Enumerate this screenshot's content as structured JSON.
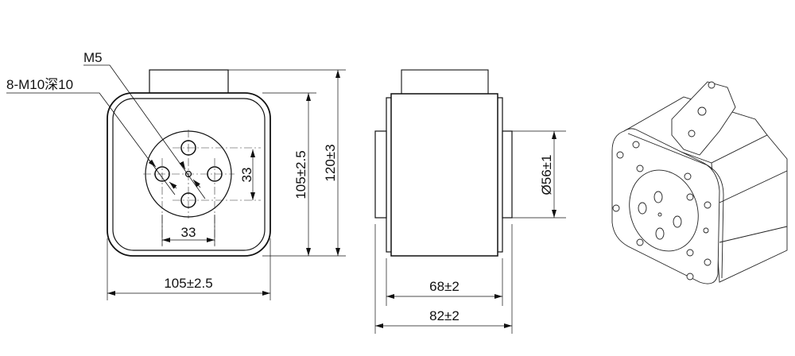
{
  "front_view": {
    "label_m5": "M5",
    "label_m10": "8-M10深10",
    "dim_hole_vertical": "33",
    "dim_hole_horizontal": "33",
    "dim_height_body": "105±2.5",
    "dim_height_total": "120±3",
    "dim_width": "105±2.5"
  },
  "side_view": {
    "dim_diameter": "Ø56±1",
    "dim_body_width": "68±2",
    "dim_total_width": "82±2"
  },
  "colors": {
    "line": "#111111",
    "thin": "#555555"
  }
}
